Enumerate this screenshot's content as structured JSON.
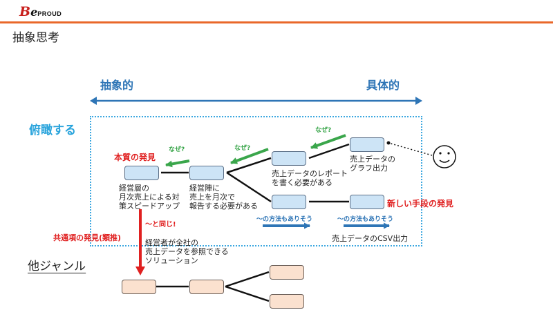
{
  "header": {
    "logo_b": "B",
    "logo_e": "e",
    "logo_rest": "PROUD",
    "accent_color": "#e9682a"
  },
  "slide_title": "抽象思考",
  "axis": {
    "left_label": "抽象的",
    "right_label": "具体的",
    "color": "#2e75b6"
  },
  "overview_label": "俯瞰する",
  "nodes_text": {
    "n1": [
      "経営層の",
      "月次売上による対",
      "策スピードアップ"
    ],
    "n2": [
      "経営陣に",
      "売上を月次で",
      "報告する必要がある"
    ],
    "n3": [
      "売上データのレポート",
      "を書く必要がある"
    ],
    "n4": [
      "売上データの",
      "グラフ出力"
    ],
    "n5": "売上データのCSV出力"
  },
  "annotations": {
    "why_1": "なぜ?",
    "why_2": "なぜ?",
    "why_3": "なぜ?",
    "essence": "本質の発見",
    "new_method": "新しい手段の発見",
    "alt_method_1": "〜の方法もありそう",
    "alt_method_2": "〜の方法もありそう",
    "same_as": "〜と同じ!",
    "common_item": "共通項の発見(類推)",
    "other_genre_text": [
      "経営者が全社の",
      "売上データを参照できる",
      "ソリューション"
    ]
  },
  "other_genre_label": "他ジャンル",
  "icons": {
    "face": "smiley-face-icon"
  }
}
